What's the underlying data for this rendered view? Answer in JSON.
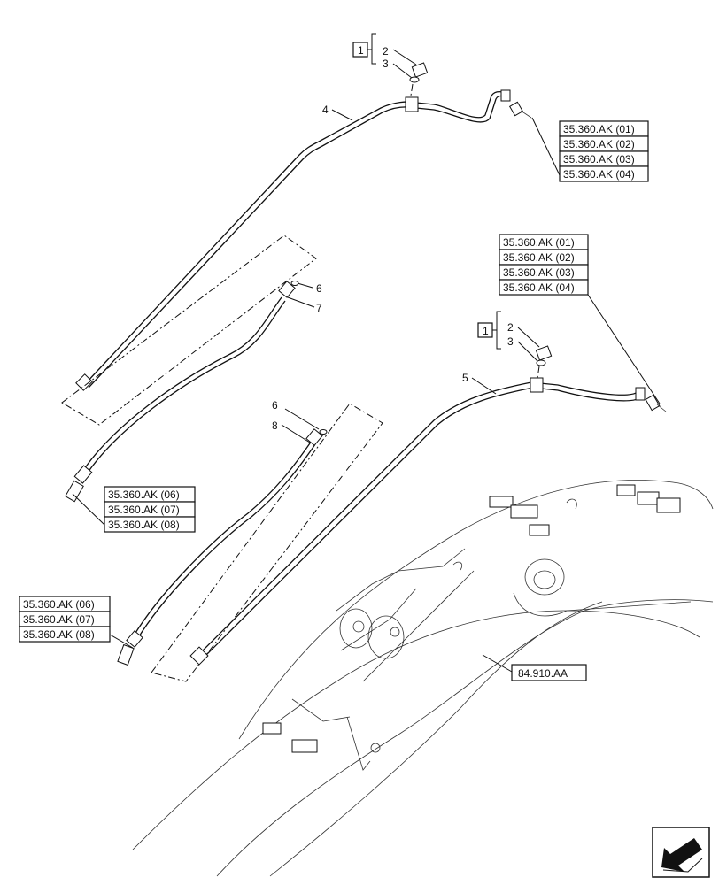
{
  "callouts": {
    "top_group": {
      "box": "1",
      "item_a": "2",
      "item_b": "3"
    },
    "mid_group": {
      "box": "1",
      "item_a": "2",
      "item_b": "3"
    },
    "pipe_4": "4",
    "pipe_5": "5",
    "hose_7_seal": "6",
    "hose_7": "7",
    "hose_8_seal": "6",
    "hose_8": "8"
  },
  "refs_top_right": [
    "35.360.AK (01)",
    "35.360.AK (02)",
    "35.360.AK (03)",
    "35.360.AK (04)"
  ],
  "refs_mid_right": [
    "35.360.AK (01)",
    "35.360.AK (02)",
    "35.360.AK (03)",
    "35.360.AK (04)"
  ],
  "refs_mid_left": [
    "35.360.AK (06)",
    "35.360.AK (07)",
    "35.360.AK (08)"
  ],
  "refs_bottom_left": [
    "35.360.AK (06)",
    "35.360.AK (07)",
    "35.360.AK (08)"
  ],
  "ref_boom": "84.910.AA",
  "icons": {
    "nav": "previous-page-arrow-icon"
  }
}
